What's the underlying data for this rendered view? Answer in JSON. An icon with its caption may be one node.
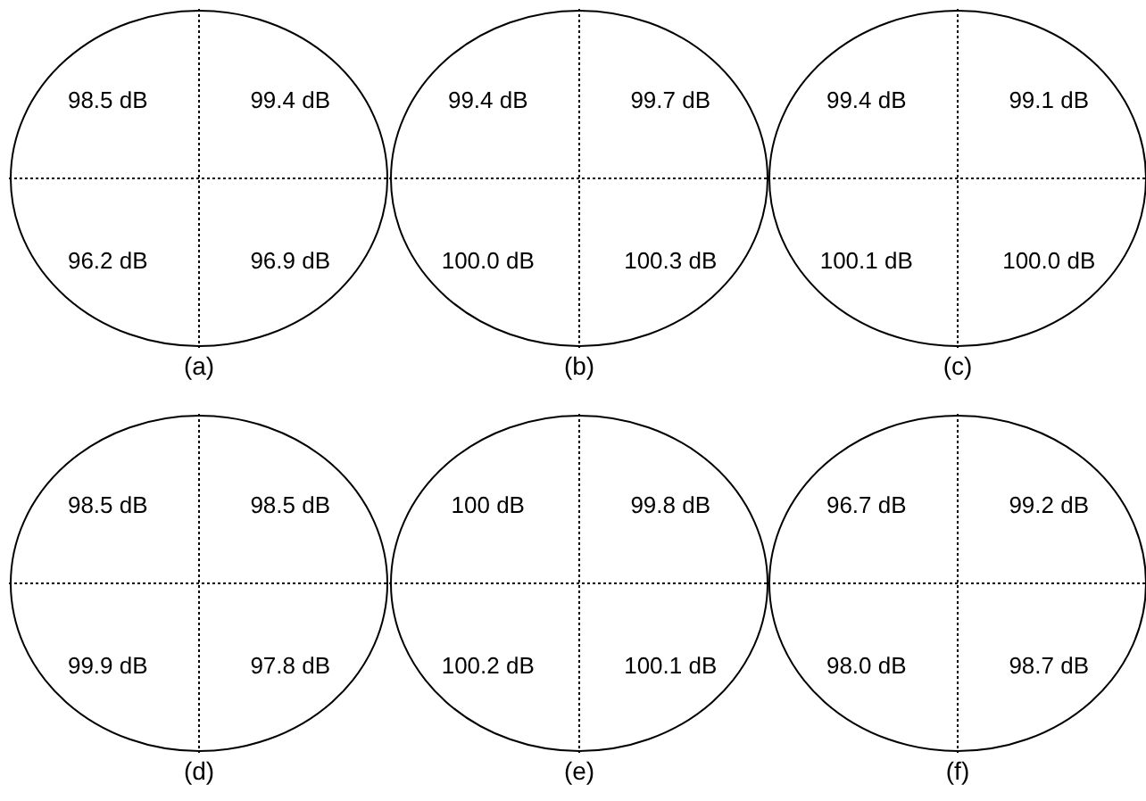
{
  "diagram": {
    "nodes": [
      {
        "text": [
          "98.5 dB",
          "99.4 dB",
          "96.2 dB",
          "96.9 dB"
        ],
        "beside": [
          "(a)"
        ]
      },
      {
        "text": [
          "99.4 dB",
          "99.7 dB",
          "100.0 dB",
          "100.3 dB"
        ],
        "beside": [
          "(b)"
        ]
      },
      {
        "text": [
          "99.4 dB",
          "99.1 dB",
          "100.1 dB",
          "100.0 dB"
        ],
        "beside": [
          "(c)"
        ]
      },
      {
        "text": [
          "98.5 dB",
          "98.5 dB",
          "99.9 dB",
          "97.8 dB"
        ],
        "beside": [
          "(d)"
        ]
      },
      {
        "text": [
          "100 dB",
          "99.8 dB",
          "100.2 dB",
          "100.1 dB"
        ],
        "beside": [
          "(e)"
        ]
      },
      {
        "text": [
          "96.7 dB",
          "99.2 dB",
          "98.0 dB",
          "98.7 dB"
        ],
        "beside": [
          "(f)"
        ]
      }
    ]
  }
}
